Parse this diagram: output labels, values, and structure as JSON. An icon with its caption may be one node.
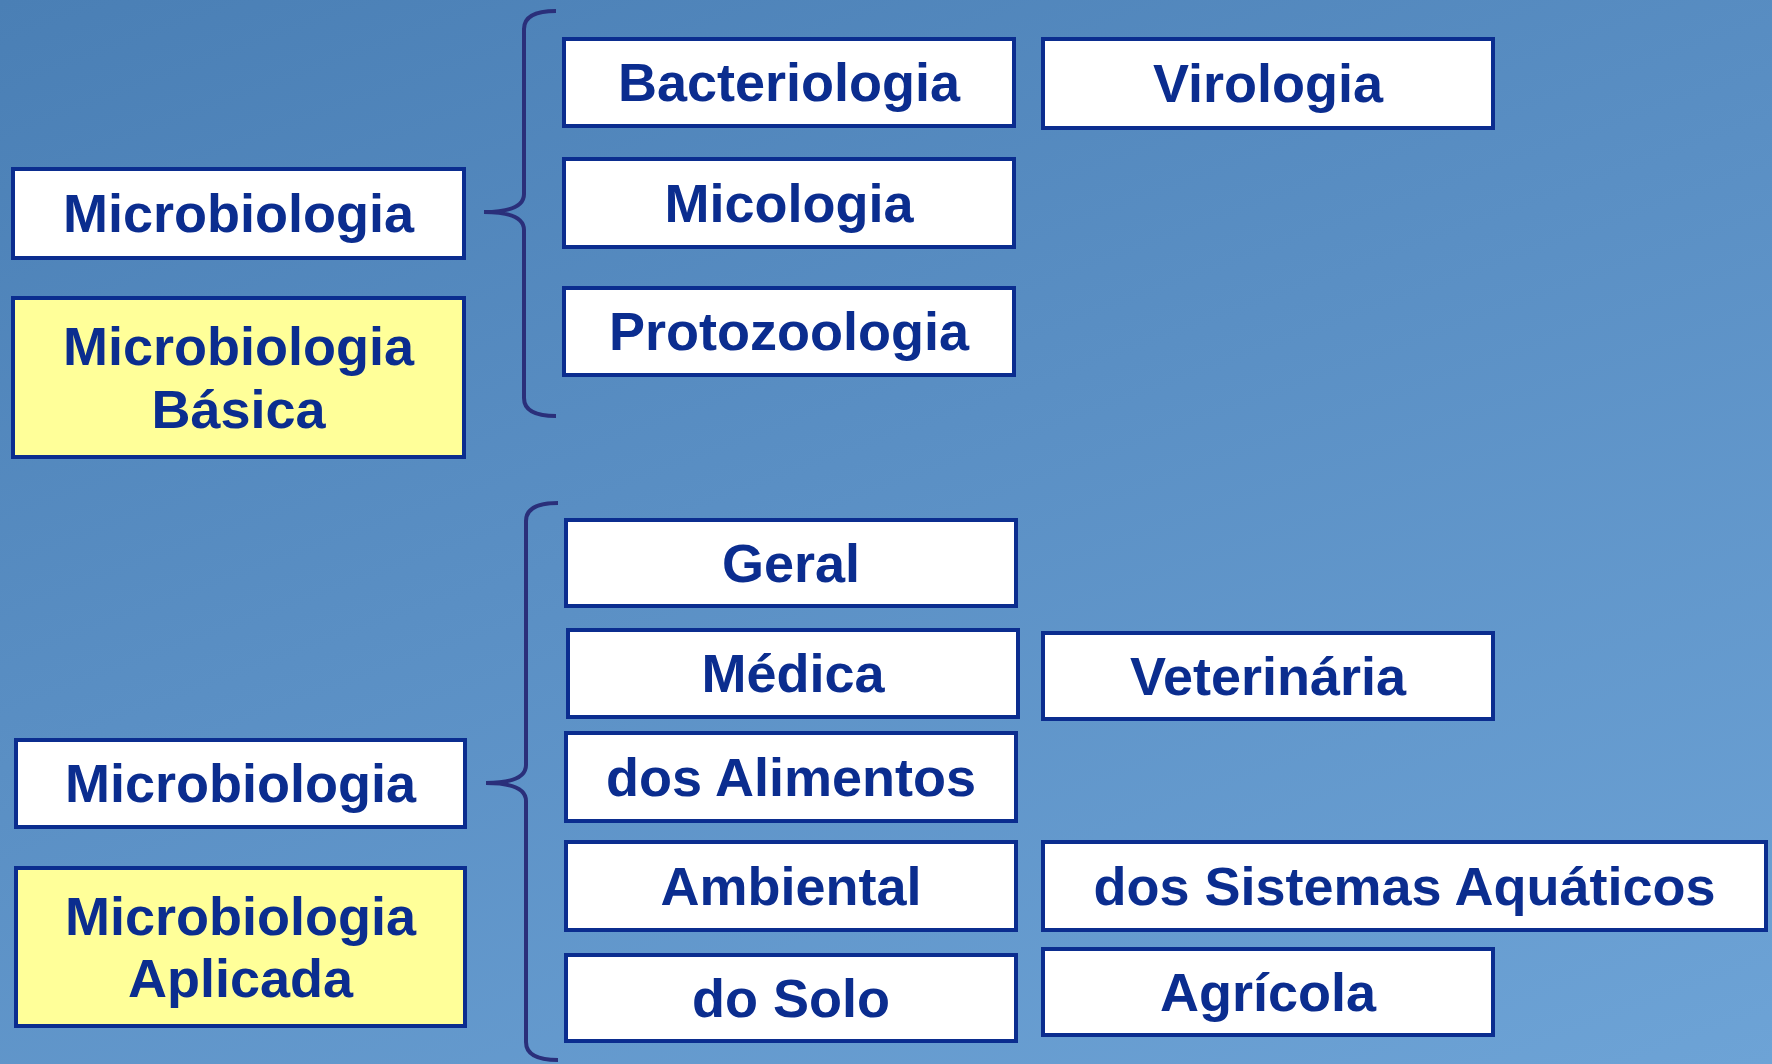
{
  "diagram": {
    "nodes": [
      {
        "text": [
          "Microbiologia"
        ]
      },
      {
        "text": [
          "Microbiologia Básica"
        ]
      },
      {
        "text": [
          "Bacteriologia"
        ]
      },
      {
        "text": [
          "Virologia"
        ]
      },
      {
        "text": [
          "Micologia"
        ]
      },
      {
        "text": [
          "Protozoologia"
        ]
      },
      {
        "text": [
          "Microbiologia"
        ]
      },
      {
        "text": [
          "Microbiologia Aplicada"
        ]
      },
      {
        "text": [
          "Geral"
        ]
      },
      {
        "text": [
          "Médica"
        ]
      },
      {
        "text": [
          "Veterinária"
        ]
      },
      {
        "text": [
          "dos Alimentos"
        ]
      },
      {
        "text": [
          "Ambiental"
        ]
      },
      {
        "text": [
          "dos Sistemas Aquáticos"
        ]
      },
      {
        "text": [
          "do Solo"
        ]
      },
      {
        "text": [
          "Agrícola"
        ]
      }
    ]
  }
}
